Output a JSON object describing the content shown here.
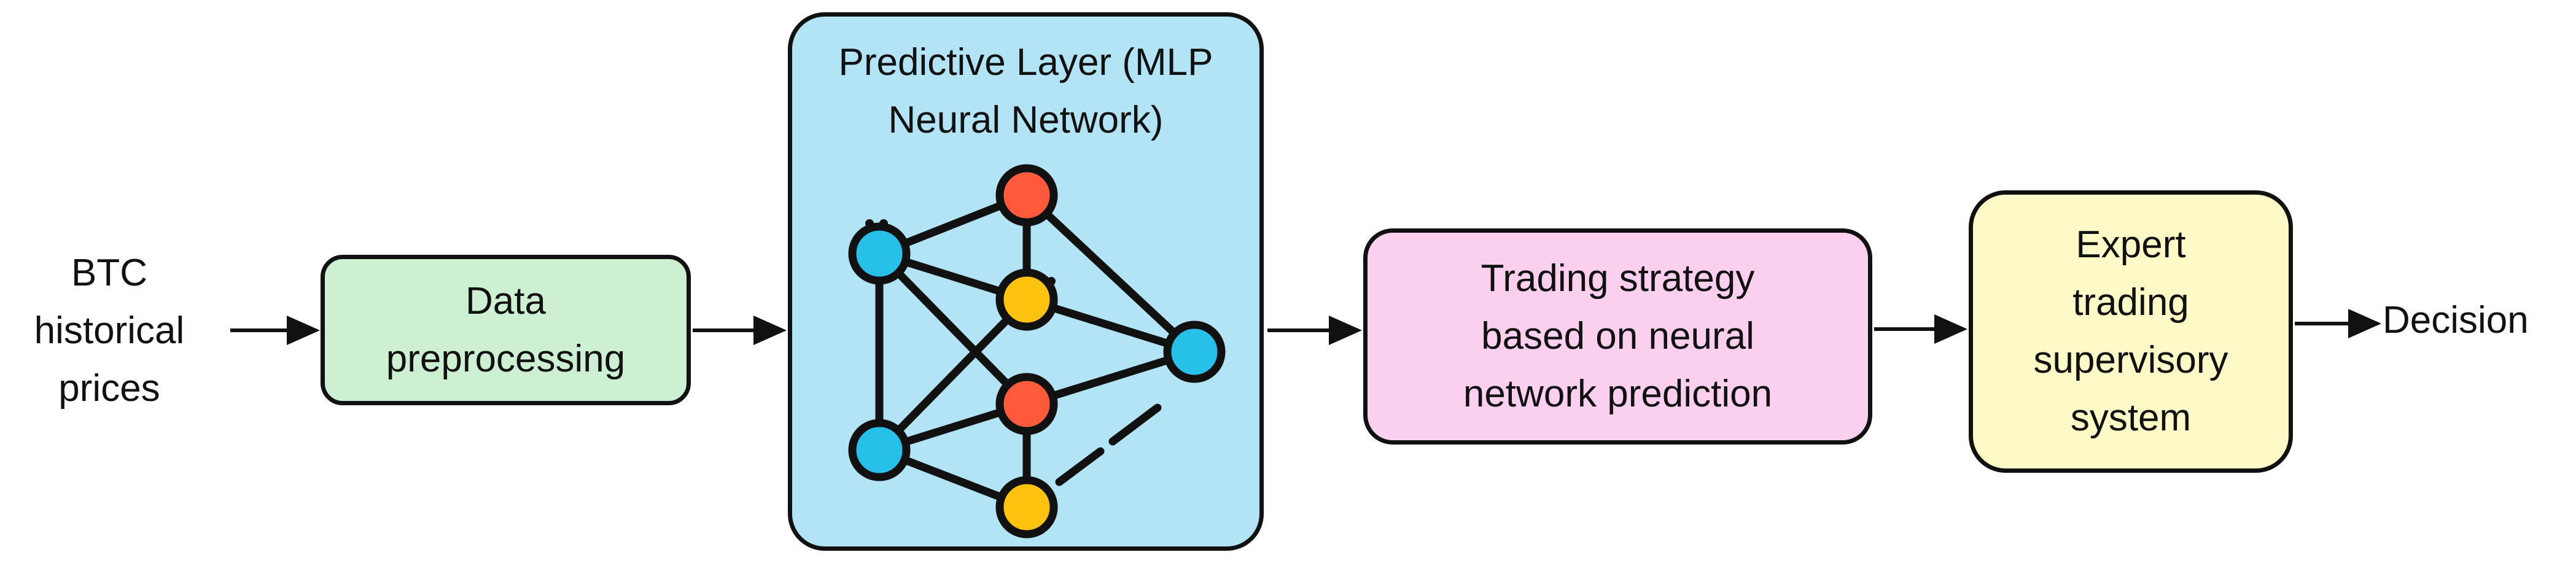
{
  "input": {
    "label": "BTC\nhistorical\nprices"
  },
  "output": {
    "label": "Decision"
  },
  "boxes": {
    "preprocess": {
      "label": "Data\npreprocessing",
      "color": "#cdf0d2"
    },
    "predictive": {
      "label": "Predictive Layer (MLP\nNeural Network)",
      "color": "#b3e4f5"
    },
    "strategy": {
      "label": "Trading strategy\nbased on neural\nnetwork prediction",
      "color": "#fbcfee"
    },
    "supervisory": {
      "label": "Expert\ntrading\nsupervisory\nsystem",
      "color": "#fdfac8"
    }
  },
  "network": {
    "icon": "neural-network-icon",
    "node_colors": {
      "input": "#27c0e8",
      "hidden_orange": "#ff5a3c",
      "hidden_yellow": "#ffc20e",
      "output": "#27c0e8"
    }
  },
  "colors": {
    "stroke": "#111111",
    "background": "#ffffff"
  }
}
